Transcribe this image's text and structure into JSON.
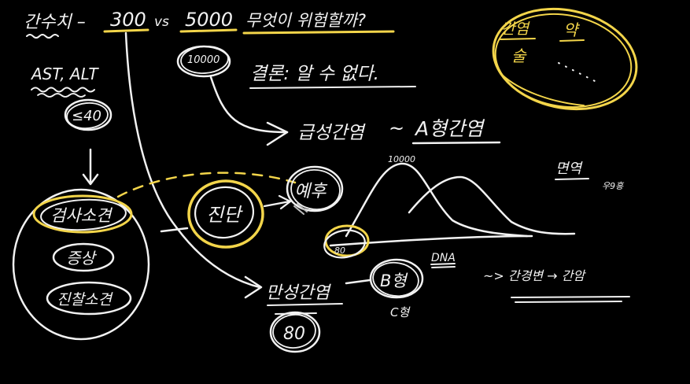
{
  "colors": {
    "background": "#000000",
    "chalk_white": "#f2f2f2",
    "highlight_yellow": "#f3d54a"
  },
  "labels": {
    "title_prefix": "간수치 –",
    "value_300": "300",
    "versus": "vs",
    "value_5000": "5000",
    "title_question": "무엇이 위험할까?",
    "circled_10000": "10000",
    "conclusion": "결론: 알 수 없다.",
    "acute_hepatitis": "급성간염",
    "tilde": "~",
    "hepatitis_a": "A형간염",
    "ast_alt": "AST, ALT",
    "less_than_40": "≤40",
    "lab_findings": "검사소견",
    "symptoms": "증상",
    "exam_findings": "진찰소견",
    "diagnosis": "진단",
    "prognosis": "예후",
    "curve_peak": "10000",
    "circled_80": "80",
    "immunity": "면역",
    "immunity_note": "우9흥",
    "dna": "DNA",
    "chronic_hepatitis": "만성간염",
    "hepatitis_b": "B형",
    "hepatitis_c": "C형",
    "bottom_80": "80",
    "progression": "~> 간경변 → 간암",
    "inset_hepatitis": "간염",
    "inset_drug": "약",
    "inset_alcohol": "술"
  }
}
